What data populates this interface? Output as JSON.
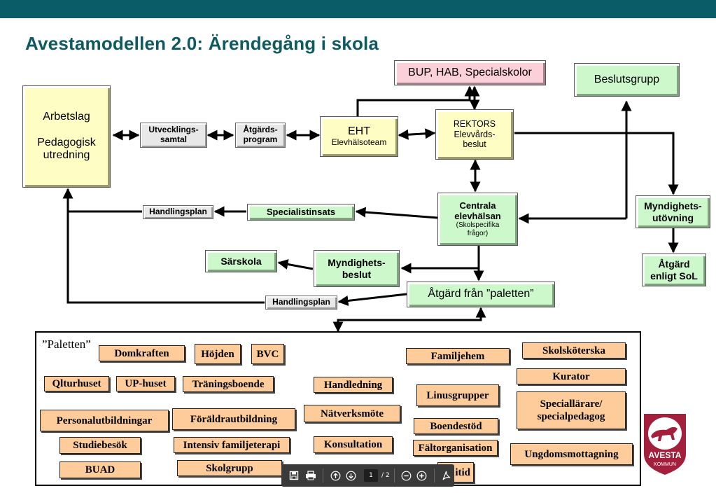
{
  "header": {
    "title": "Avestamodellen 2.0:  Ärendegång i skola"
  },
  "flow": {
    "arbetslag": {
      "line1": "Arbetslag",
      "line2": "Pedagogisk",
      "line3": "utredning"
    },
    "utvecklingssamtal": {
      "line1": "Utvecklings-",
      "line2": "samtal"
    },
    "atgardsprogram": {
      "line1": "Åtgärds-",
      "line2": "program"
    },
    "eht": {
      "line1": "EHT",
      "line2": "Elevhälsoteam"
    },
    "rektors": {
      "line1": "REKTORS",
      "line2": "Elevvårds-",
      "line3": "beslut"
    },
    "bup": "BUP, HAB, Specialskolor",
    "beslutsgrupp": "Beslutsgrupp",
    "centrala": {
      "line1": "Centrala",
      "line2": "elevhälsan",
      "line3": "(Skolspecifika",
      "line4": "frågor)"
    },
    "specialistinsats": "Specialistinsats",
    "handlingsplan1": "Handlingsplan",
    "handlingsplan2": "Handlingsplan",
    "myndighetsutovning": {
      "line1": "Myndighets-",
      "line2": "utövning"
    },
    "atgard_sol": {
      "line1": "Åtgärd",
      "line2": "enligt SoL"
    },
    "sarskola": "Särskola",
    "myndighetsbeslut": {
      "line1": "Myndighets-",
      "line2": "beslut"
    },
    "atgard_paletten": "Åtgärd från ”paletten”"
  },
  "palette": {
    "label": "”Paletten”",
    "items": {
      "domkraften": "Domkraften",
      "hojden": "Höjden",
      "bvc": "BVC",
      "familjehem": "Familjehem",
      "skolskoterska": "Skolsköterska",
      "qlturhuset": "Qlturhuset",
      "up_huset": "UP-huset",
      "traningsboende": "Träningsboende",
      "handledning": "Handledning",
      "linusgrupper": "Linusgrupper",
      "kurator": "Kurator",
      "personalutbildningar": "Personalutbildningar",
      "foraldrautbildning": "Föräldrautbildning",
      "natverksmote": "Nätverksmöte",
      "boendestod": "Boendestöd",
      "speciallarare": "Speciallärare/",
      "specialpedagog": "specialpedagog",
      "studiebesok": "Studiebesök",
      "intensiv": "Intensiv familjeterapi",
      "konsultation": "Konsultation",
      "faltorganisation": "Fältorganisation",
      "ungdomsmottagning": "Ungdomsmottagning",
      "buad": "BUAD",
      "skolgrupp": "Skolgrupp",
      "fritid_partial": "itid"
    }
  },
  "viewer_toolbar": {
    "page_current": "1",
    "page_total": "/ 2"
  },
  "logo": {
    "line1": "AVESTA",
    "line2": "KOMMUN"
  },
  "colors": {
    "topbar": "#0a5d67",
    "title": "#0d5a60",
    "yellow_box": "#fefdc4",
    "green_box": "#ccf8cc",
    "pink_box": "#fcd0d8",
    "palette_box": "#fdcc9a",
    "logo_red": "#a31f3c"
  }
}
